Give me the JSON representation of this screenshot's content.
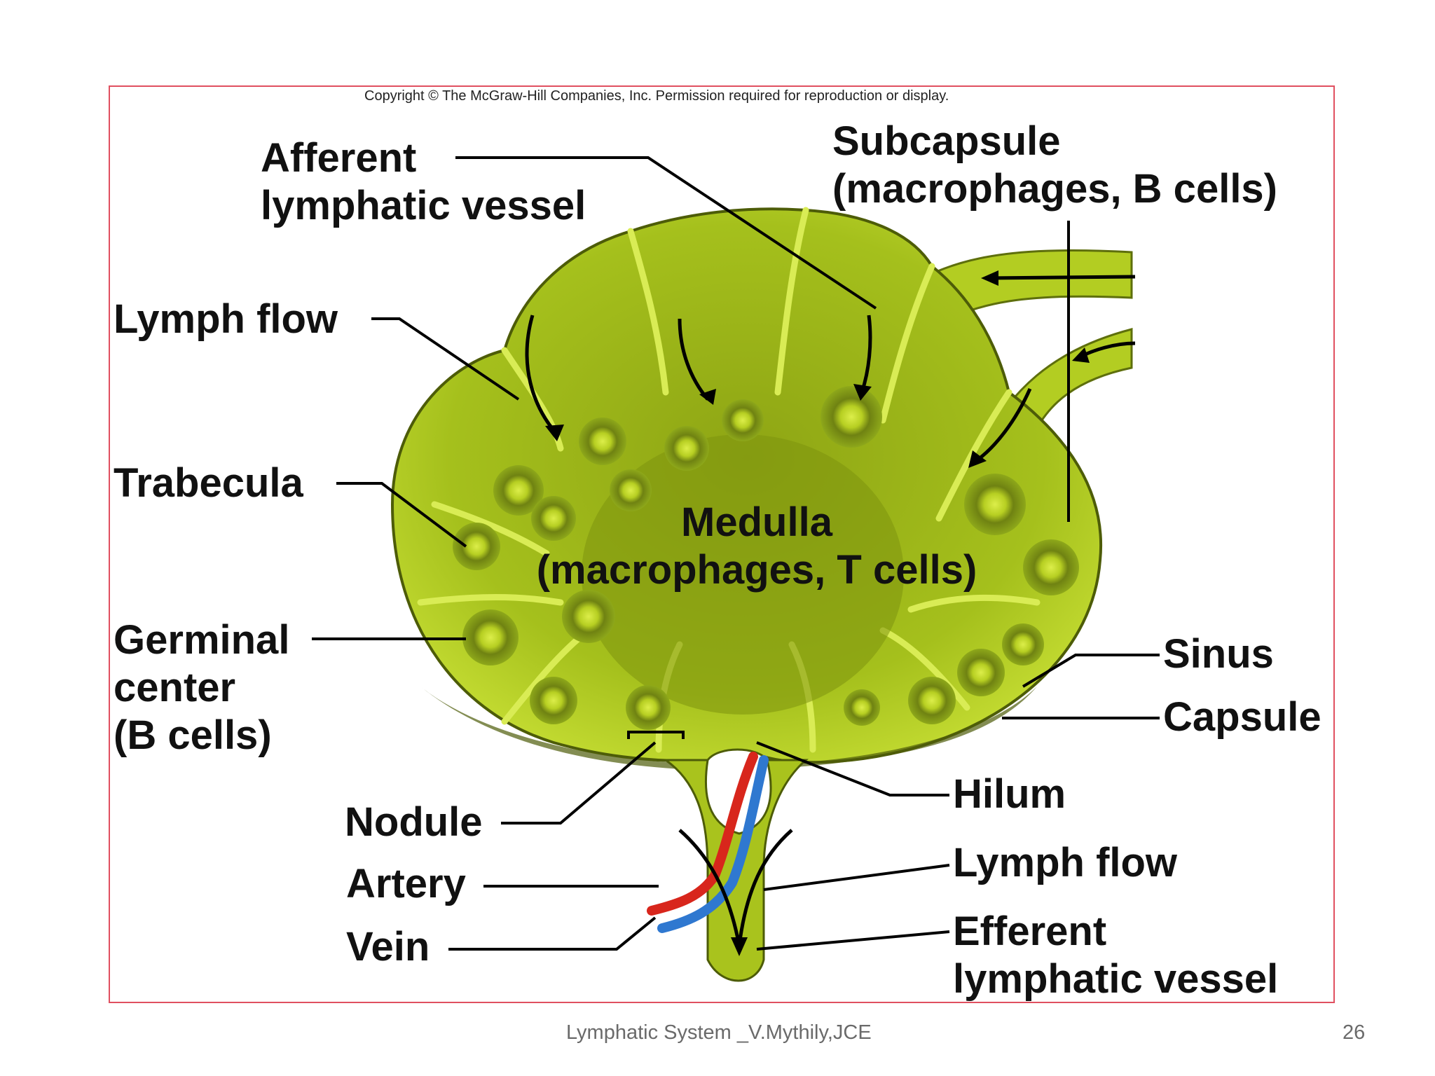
{
  "copyright": "Copyright © The McGraw-Hill Companies, Inc. Permission required for reproduction or display.",
  "labels": {
    "afferent": [
      "Afferent",
      "lymphatic vessel"
    ],
    "subcapsule": [
      "Subcapsule",
      "(macrophages, B cells)"
    ],
    "lymph_flow_top": "Lymph flow",
    "trabecula": "Trabecula",
    "medulla": [
      "Medulla",
      "(macrophages, T cells)"
    ],
    "germinal": [
      "Germinal",
      "center",
      "(B cells)"
    ],
    "sinus": "Sinus",
    "capsule": "Capsule",
    "hilum": "Hilum",
    "nodule": "Nodule",
    "artery": "Artery",
    "vein": "Vein",
    "lymph_flow_bottom": "Lymph flow",
    "efferent": [
      "Efferent",
      "lymphatic vessel"
    ]
  },
  "footer": {
    "title": "Lymphatic System _V.Mythily,JCE",
    "page_number": "26"
  },
  "colors": {
    "node_fill": "#a7c21a",
    "node_light": "#d6ea4a",
    "node_dark": "#5e6f0c",
    "artery": "#d8261c",
    "vein": "#2f78d0",
    "frame": "#e05060"
  }
}
